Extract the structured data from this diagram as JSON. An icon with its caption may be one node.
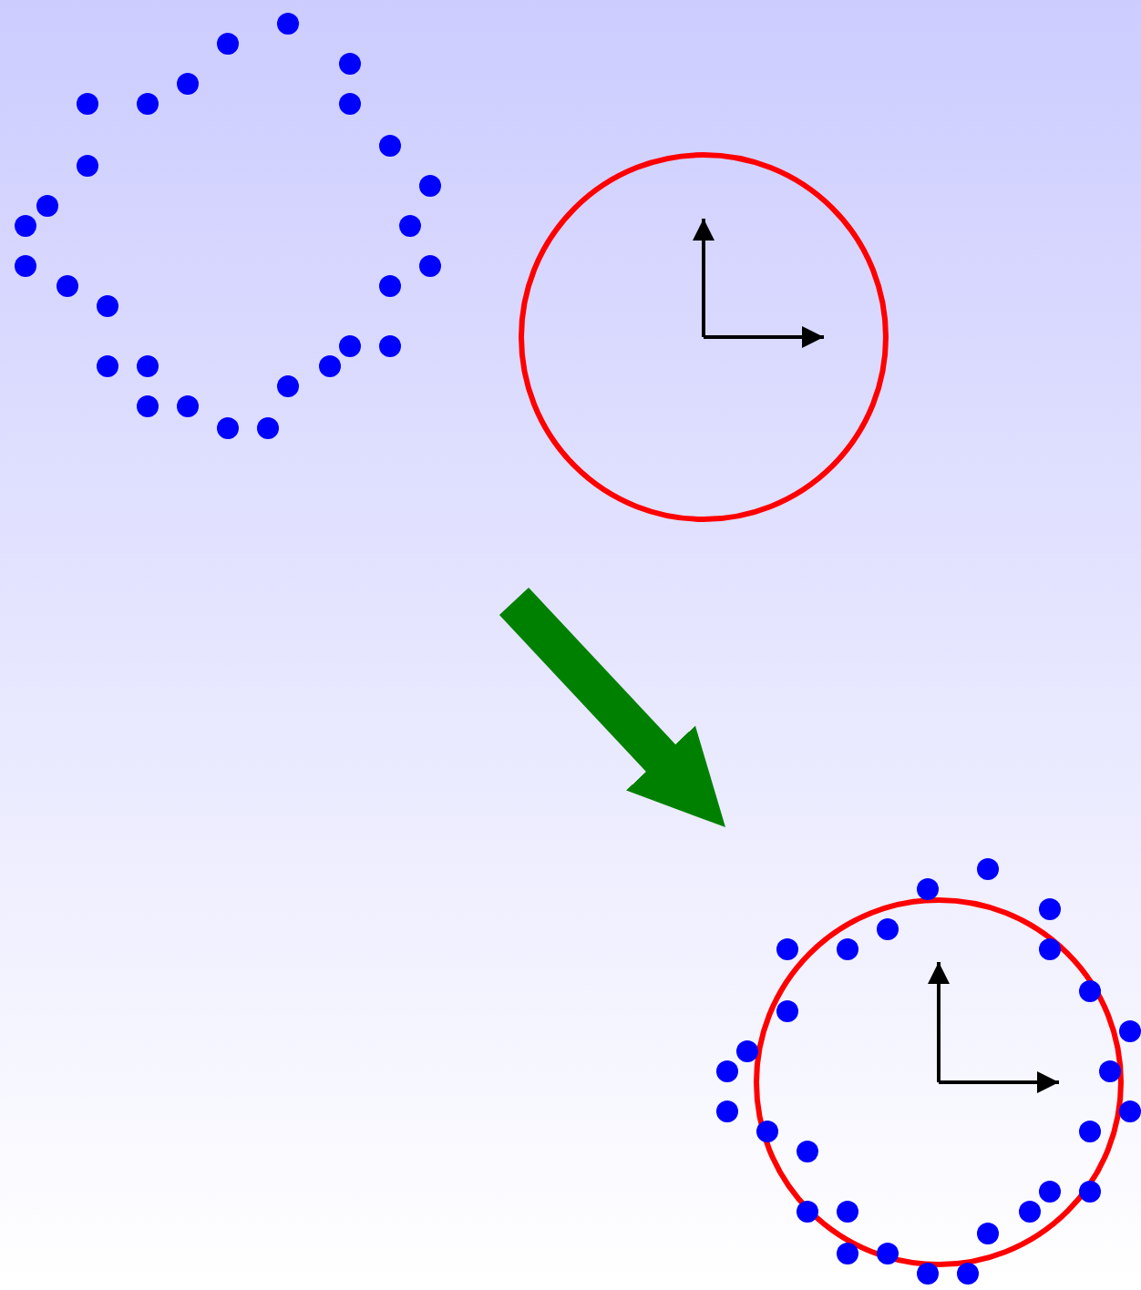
{
  "diagram": {
    "nodes": [
      {
        "text": [],
        "shape": "picture"
      },
      {
        "text": [],
        "shape": "picture"
      }
    ],
    "edges": [
      {
        "from": 0,
        "to": 1,
        "arrow": "to",
        "color": "#008000"
      }
    ]
  }
}
